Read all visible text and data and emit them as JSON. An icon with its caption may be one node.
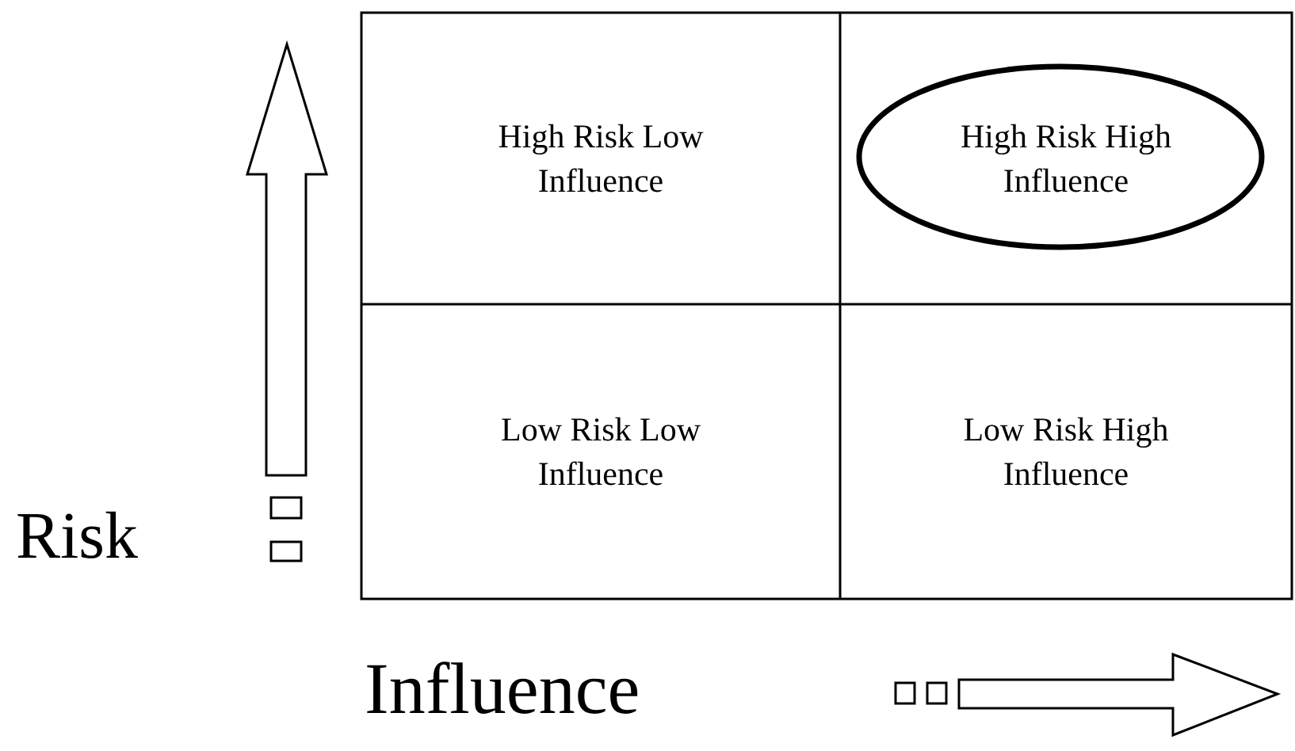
{
  "diagram": {
    "nodes": [
      {
        "text": [
          "High Risk Low Influence"
        ]
      },
      {
        "text": [
          "High Risk High Influence"
        ]
      },
      {
        "text": [
          "Low Risk Low Influence"
        ]
      },
      {
        "text": [
          "Low Risk High Influence"
        ]
      }
    ],
    "labels": [
      "Risk",
      "Influence"
    ]
  }
}
